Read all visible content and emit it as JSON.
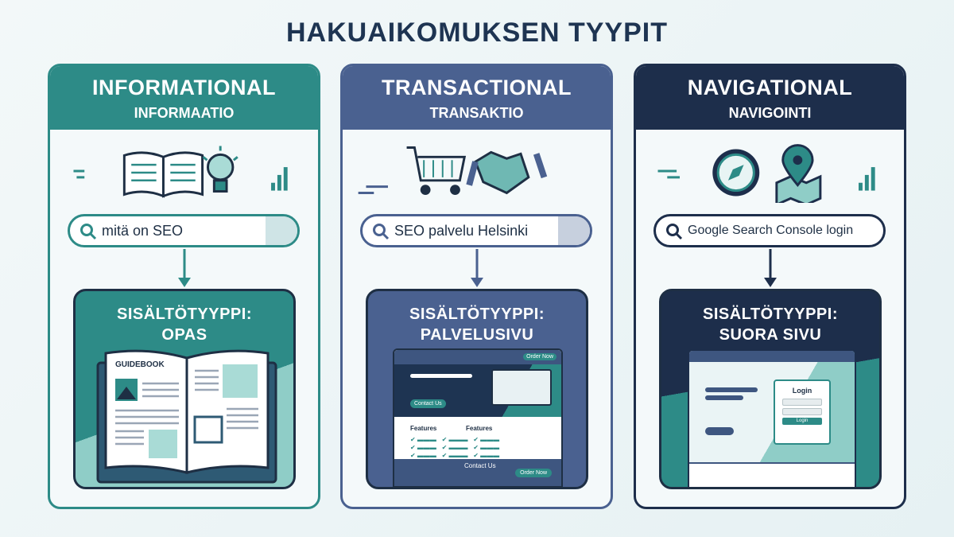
{
  "title": "HAKUAIKOMUKSEN TYYPIT",
  "colors": {
    "informational": "#2d8b87",
    "transactional": "#4a6190",
    "navigational": "#1d2e4b",
    "title": "#1e3452"
  },
  "panels": [
    {
      "title": "INFORMATIONAL",
      "subtitle": "INFORMAATIO",
      "icons": [
        "open-book-icon",
        "lightbulb-icon",
        "bar-chart-icon"
      ],
      "query": "mitä on SEO",
      "content_label": "SISÄLTÖTYYPPI:",
      "content_type": "OPAS",
      "mockup": {
        "book_title": "GUIDEBOOK"
      }
    },
    {
      "title": "TRANSACTIONAL",
      "subtitle": "TRANSAKTIO",
      "icons": [
        "shopping-cart-icon",
        "handshake-icon"
      ],
      "query": "SEO palvelu Helsinki",
      "content_label": "SISÄLTÖTYYPPI:",
      "content_type": "PALVELUSIVU",
      "mockup": {
        "nav_button": "Order Now",
        "hero_button": "Contact Us",
        "features_1": "Features",
        "features_2": "Features",
        "footer_heading": "Contact Us",
        "footer_button": "Order Now"
      }
    },
    {
      "title": "NAVIGATIONAL",
      "subtitle": "NAVIGOINTI",
      "icons": [
        "compass-icon",
        "map-pin-icon"
      ],
      "query": "Google Search Console login",
      "content_label": "SISÄLTÖTYYPPI:",
      "content_type": "SUORA SIVU",
      "mockup": {
        "login_title": "Login",
        "login_button": "Login"
      }
    }
  ]
}
